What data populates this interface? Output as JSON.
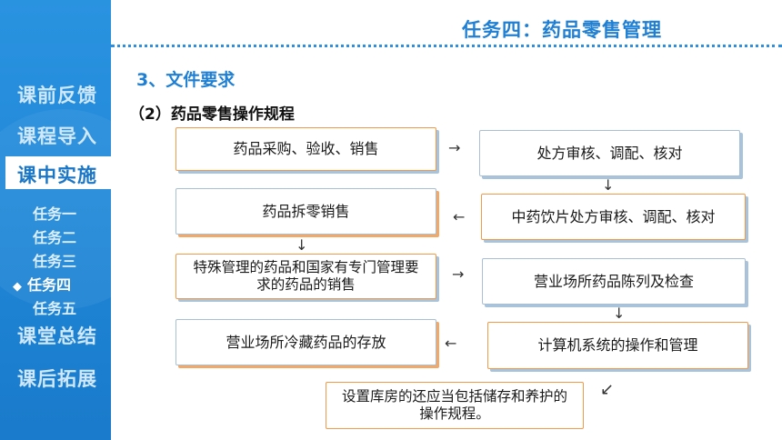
{
  "sidebar": {
    "items": [
      {
        "label": "课前反馈"
      },
      {
        "label": "课程导入"
      },
      {
        "label": "课中实施",
        "active": true
      },
      {
        "label": "课堂总结"
      },
      {
        "label": "课后拓展"
      }
    ],
    "subitems": [
      {
        "label": "任务一"
      },
      {
        "label": "任务二"
      },
      {
        "label": "任务三"
      },
      {
        "label": "任务四",
        "current": true,
        "marker": "◆"
      },
      {
        "label": "任务五"
      }
    ]
  },
  "header": {
    "title": "任务四：药品零售管理"
  },
  "section": {
    "title": "3、文件要求"
  },
  "subsection": {
    "title": "（2）药品零售操作规程"
  },
  "flow": {
    "steps": [
      {
        "id": "s1",
        "text": "药品采购、验收、销售"
      },
      {
        "id": "s2",
        "text": "处方审核、调配、核对"
      },
      {
        "id": "s3",
        "text": "中药饮片处方审核、调配、核对"
      },
      {
        "id": "s4",
        "text": "药品拆零销售"
      },
      {
        "id": "s5",
        "text": "特殊管理的药品和国家有专门管理要求的药品的销售"
      },
      {
        "id": "s6",
        "text": "营业场所药品陈列及检查"
      },
      {
        "id": "s7",
        "text": "计算机系统的操作和管理"
      },
      {
        "id": "s8",
        "text": "营业场所冷藏药品的存放"
      },
      {
        "id": "s9",
        "text": "设置库房的还应当包括储存和养护的操作规程。"
      }
    ],
    "arrows": {
      "right": "→",
      "left": "←",
      "down": "↓",
      "down_left": "↙"
    }
  },
  "colors": {
    "sidebar": "#1f86d6",
    "accent": "#1f7fd3",
    "box_orange": "#f29a4a",
    "box_blue": "#a8bfd6"
  }
}
